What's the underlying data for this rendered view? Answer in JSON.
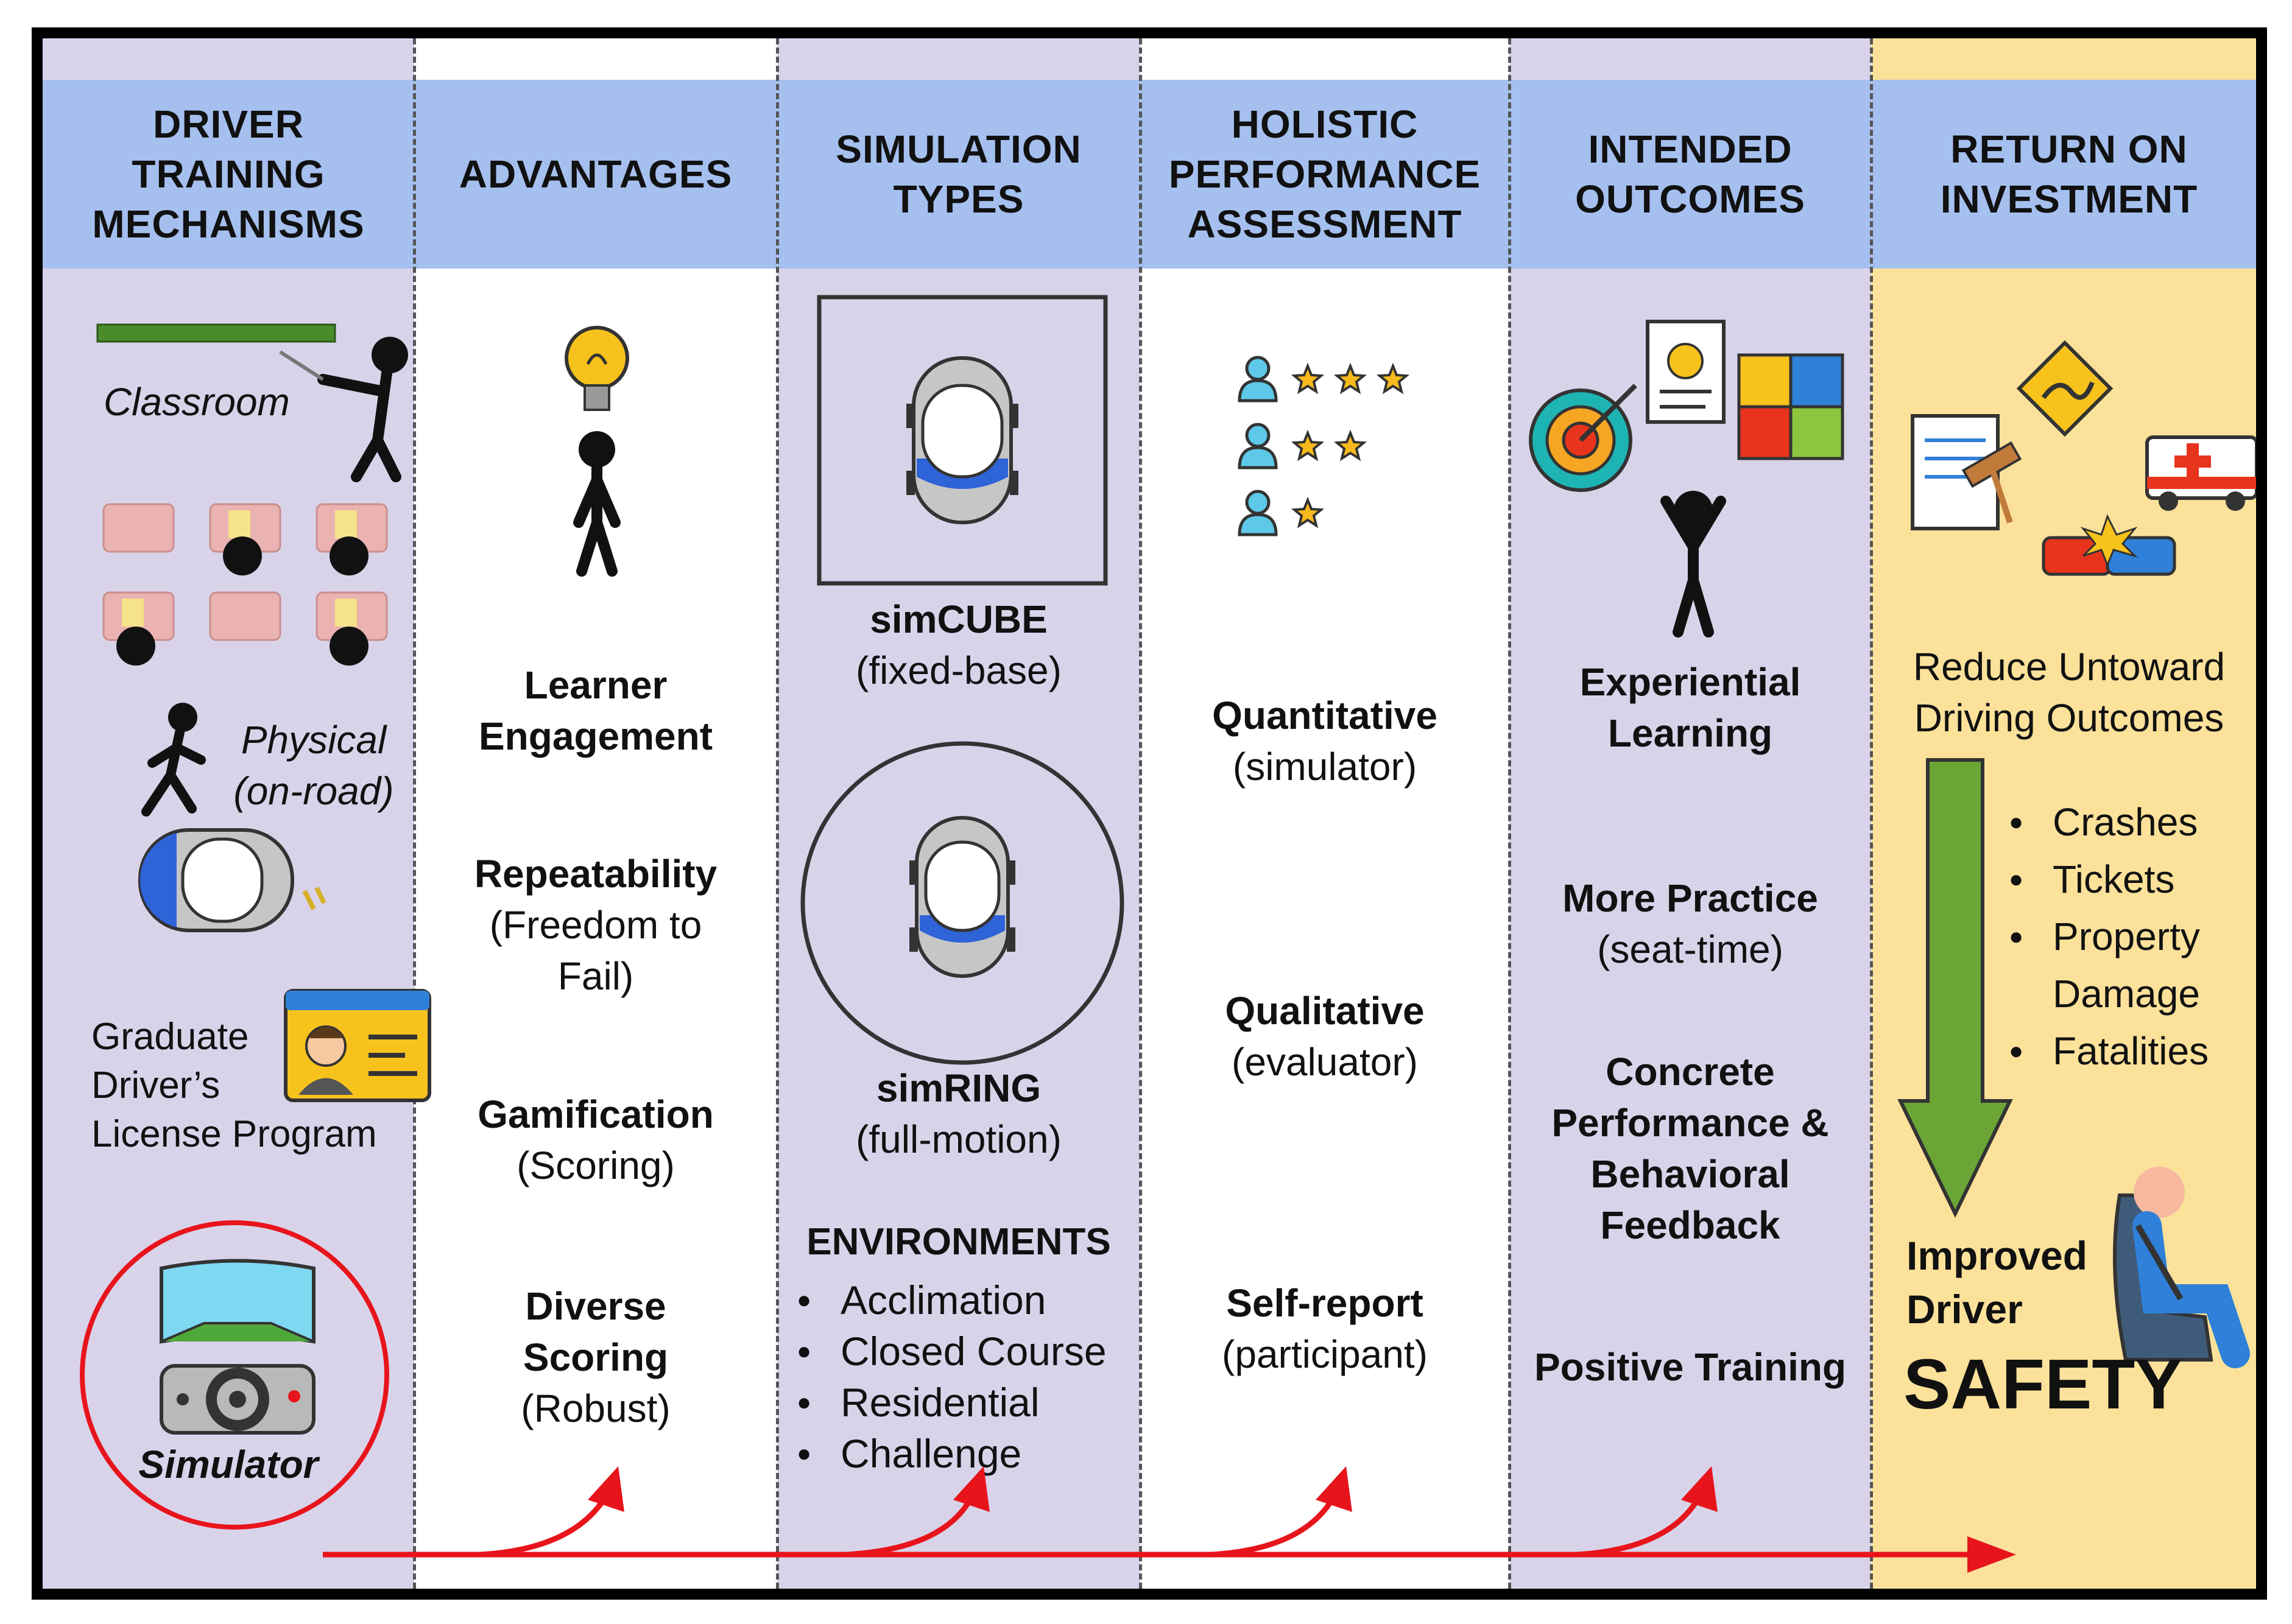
{
  "headers": {
    "col1": "DRIVER\nTRAINING\nMECHANISMS",
    "col2": "ADVANTAGES",
    "col3": "SIMULATION\nTYPES",
    "col4": "HOLISTIC\nPERFORMANCE\nASSESSMENT",
    "col5": "INTENDED\nOUTCOMES",
    "col6": "RETURN ON\nINVESTMENT"
  },
  "mechanisms": {
    "classroom": "Classroom",
    "physical": "Physical\n(on-road)",
    "graduate": "Graduate\nDriver’s\nLicense Program",
    "simulator": "Simulator"
  },
  "advantages": [
    {
      "title": "Learner\nEngagement",
      "sub": ""
    },
    {
      "title": "Repeatability",
      "sub": "(Freedom to\nFail)"
    },
    {
      "title": "Gamification",
      "sub": "(Scoring)"
    },
    {
      "title": "Diverse\nScoring",
      "sub": "(Robust)"
    }
  ],
  "simulation": {
    "cube_title": "simCUBE",
    "cube_sub": "(fixed-base)",
    "ring_title": "simRING",
    "ring_sub": "(full-motion)",
    "env_title": "ENVIRONMENTS",
    "environments": [
      "Acclimation",
      "Closed Course",
      "Residential",
      "Challenge"
    ]
  },
  "assessment": [
    {
      "title": "Quantitative",
      "sub": "(simulator)"
    },
    {
      "title": "Qualitative",
      "sub": "(evaluator)"
    },
    {
      "title": "Self-report",
      "sub": "(participant)"
    }
  ],
  "outcomes": [
    {
      "title": "Experiential\nLearning",
      "sub": ""
    },
    {
      "title": "More Practice",
      "sub": "(seat-time)"
    },
    {
      "title": "Concrete\nPerformance &\nBehavioral\nFeedback",
      "sub": ""
    },
    {
      "title": "Positive Training",
      "sub": ""
    }
  ],
  "roi": {
    "reduce": "Reduce Untoward\nDriving Outcomes",
    "bullets": [
      "Crashes",
      "Tickets",
      "Property\nDamage",
      "Fatalities"
    ],
    "improved": "Improved\nDriver",
    "safety": "SAFETY"
  },
  "colors": {
    "header_band": "#a5c0ef",
    "purple_column": "#d9d3ea",
    "yellow_column": "#fbe19a",
    "flow_arrow": "#e8141c",
    "roi_arrow": "#6aa536"
  }
}
